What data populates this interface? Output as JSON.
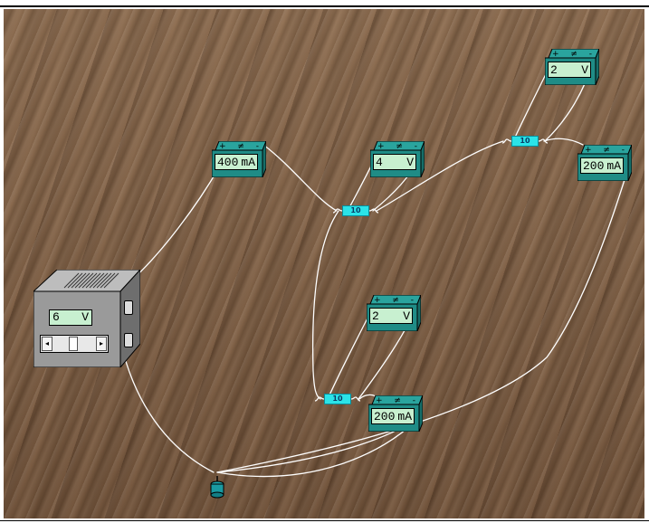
{
  "power_supply": {
    "display_value": "6",
    "display_unit": "V",
    "slider_level": 0.45
  },
  "meters": [
    {
      "id": "ammeter-top",
      "type": "ammeter",
      "value": "400",
      "unit": "mA",
      "terminal_left": "+",
      "terminal_mid": "≠",
      "terminal_right": "-"
    },
    {
      "id": "voltmeter-r1",
      "type": "voltmeter",
      "value": "4",
      "unit": "V",
      "terminal_left": "+",
      "terminal_mid": "≠",
      "terminal_right": "-"
    },
    {
      "id": "voltmeter-r2",
      "type": "voltmeter",
      "value": "2",
      "unit": "V",
      "terminal_left": "+",
      "terminal_mid": "≠",
      "terminal_right": "-"
    },
    {
      "id": "ammeter-right",
      "type": "ammeter",
      "value": "200",
      "unit": "mA",
      "terminal_left": "+",
      "terminal_mid": "≠",
      "terminal_right": "-"
    },
    {
      "id": "voltmeter-r3",
      "type": "voltmeter",
      "value": "2",
      "unit": "V",
      "terminal_left": "+",
      "terminal_mid": "≠",
      "terminal_right": "-"
    },
    {
      "id": "ammeter-bottom",
      "type": "ammeter",
      "value": "200",
      "unit": "mA",
      "terminal_left": "+",
      "terminal_mid": "≠",
      "terminal_right": "-"
    }
  ],
  "resistors": [
    {
      "id": "resistor-1",
      "label": "10"
    },
    {
      "id": "resistor-2",
      "label": "10"
    },
    {
      "id": "resistor-3",
      "label": "10"
    }
  ],
  "colors": {
    "wire": "#ffffff",
    "meter_body": "#1f8c86",
    "lcd": "#c8f0d0",
    "resistor": "#2be3e8",
    "psu_body": "#9a9a9a"
  }
}
